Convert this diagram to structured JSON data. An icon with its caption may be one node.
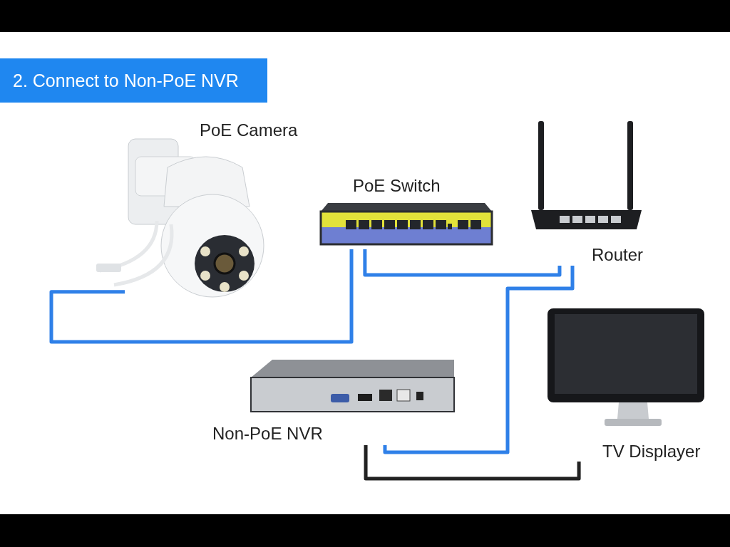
{
  "diagram": {
    "title": "2. Connect to Non-PoE NVR",
    "nodes": [
      {
        "text": [
          "PoE Camera"
        ]
      },
      {
        "text": [
          "PoE Switch"
        ]
      },
      {
        "text": [
          "Router"
        ]
      },
      {
        "text": [
          "Non-PoE NVR"
        ]
      },
      {
        "text": [
          "TV Displayer"
        ]
      }
    ],
    "edges": [
      {
        "from": 0,
        "to": 1,
        "arrow": "none"
      },
      {
        "from": 1,
        "to": 2,
        "arrow": "none"
      },
      {
        "from": 2,
        "to": 3,
        "arrow": "none"
      },
      {
        "from": 3,
        "to": 4,
        "arrow": "none",
        "color": "#222222"
      }
    ]
  }
}
